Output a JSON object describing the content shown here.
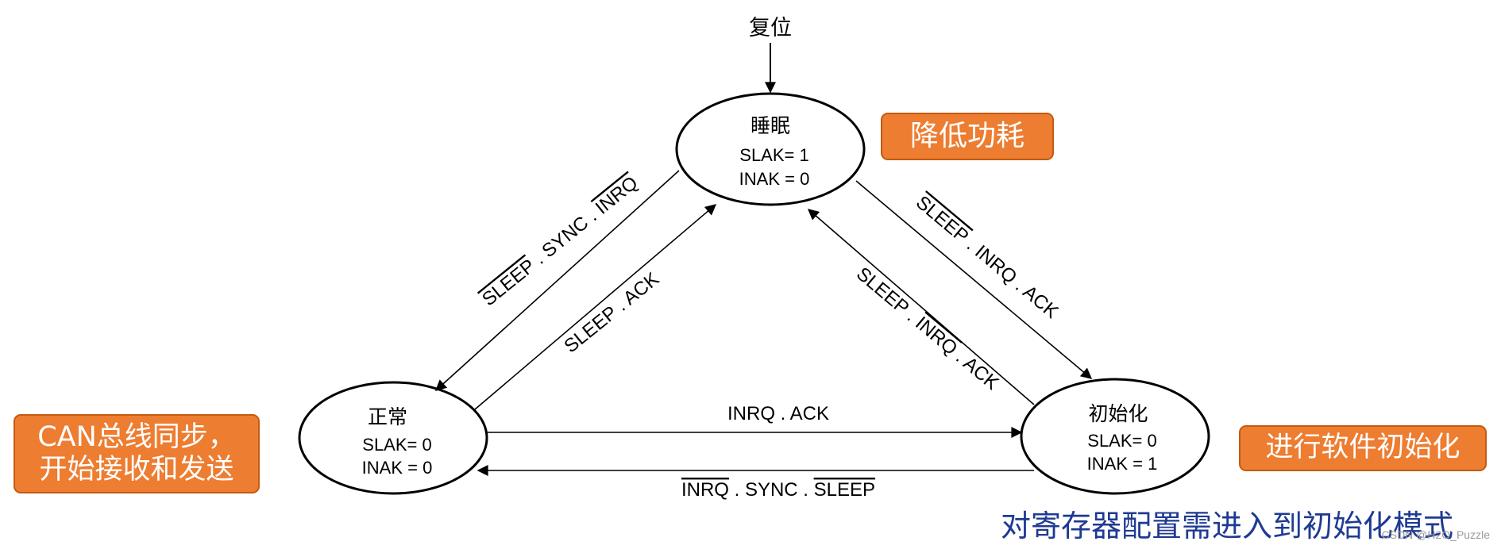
{
  "diagram": {
    "reset_label": "复位",
    "states": {
      "sleep": {
        "name": "睡眠",
        "slak": "SLAK= 1",
        "inak": "INAK = 0"
      },
      "normal": {
        "name": "正常",
        "slak": "SLAK= 0",
        "inak": "INAK = 0"
      },
      "init": {
        "name": "初始化",
        "slak": "SLAK= 0",
        "inak": "INAK = 1"
      }
    },
    "transitions": {
      "sleep_to_normal": {
        "t1": "SLEEP",
        "t2": " . SYNC . ",
        "t3": "INRQ"
      },
      "normal_to_sleep": {
        "t1": "SLEEP . ACK"
      },
      "sleep_to_init": {
        "t1": "SLEEP",
        "t2": " . INRQ . ACK"
      },
      "init_to_sleep": {
        "t1": "SLEEP . ",
        "t2": "INRQ",
        "t3": " . ACK"
      },
      "normal_to_init": {
        "t1": "INRQ . ACK"
      },
      "init_to_normal": {
        "t1": "INRQ",
        "t2": " . SYNC . ",
        "t3": "SLEEP"
      }
    }
  },
  "callouts": {
    "sleep": "降低功耗",
    "normal": "CAN总线同步，开始接收和发送",
    "init": "进行软件初始化"
  },
  "note": "对寄存器配置需进入到初始化模式",
  "watermark": "CSDN @H2O_Puzzle"
}
